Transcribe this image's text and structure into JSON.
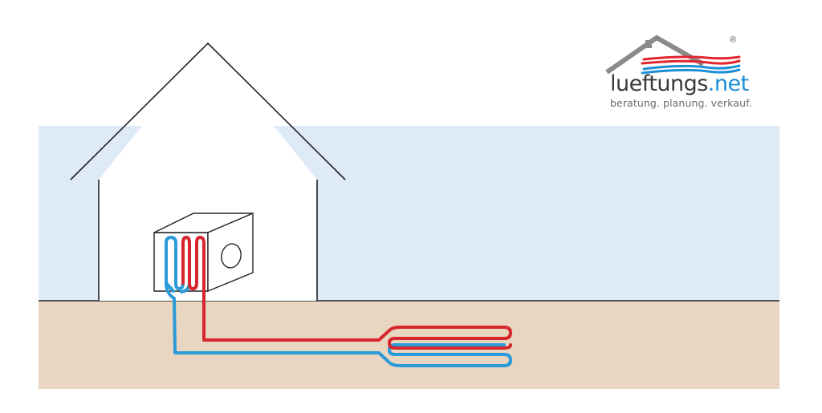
{
  "logo": {
    "brand_name": "lueftungs",
    "brand_tld": ".net",
    "tagline": "beratung. planung. verkauf.",
    "registered_mark": "®",
    "colors": {
      "text": "#3a3a3a",
      "tld": "#1d8fd6",
      "roof": "#8a8a8a",
      "red_wave": "#e2262d",
      "blue_wave": "#1d8fd6"
    }
  },
  "colors": {
    "sky": "#dfeaf7",
    "ground": "#e8d6c0",
    "house_outline": "#222222",
    "warm_pipe": "#d7262d",
    "cold_pipe": "#2a9ad8"
  },
  "icons": [
    "house-outline",
    "ventilation-unit",
    "ground-heat-exchanger"
  ]
}
